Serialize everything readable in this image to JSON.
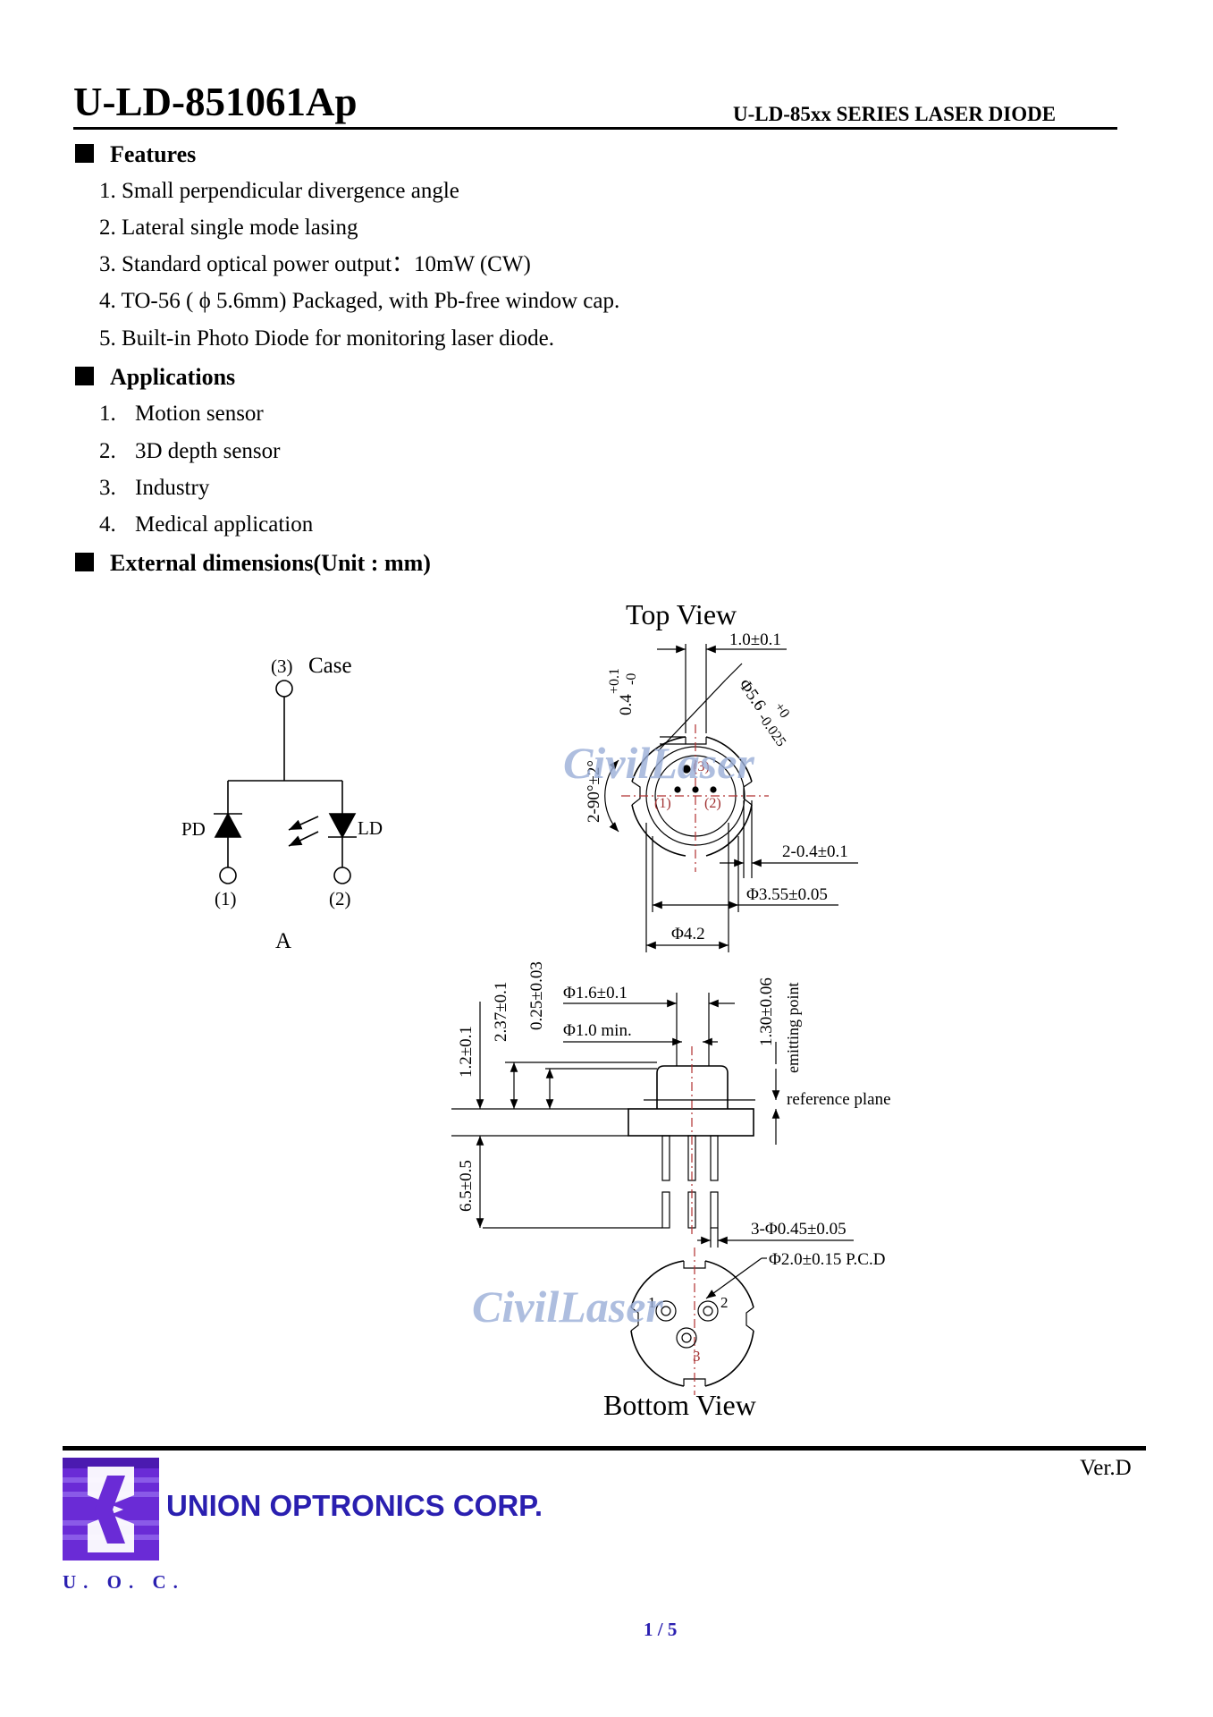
{
  "header": {
    "title": "U-LD-851061Ap",
    "series": "U-LD-85xx SERIES LASER DIODE"
  },
  "features": {
    "heading": "Features",
    "items": [
      "1. Small perpendicular divergence angle",
      "2. Lateral single mode lasing",
      "3. Standard optical power output：10mW (CW)",
      "4. TO-56 ( ϕ 5.6mm) Packaged, with Pb-free window cap.",
      "5. Built-in Photo Diode for monitoring laser diode."
    ]
  },
  "applications": {
    "heading": "Applications",
    "items": [
      {
        "num": "1.",
        "text": "Motion sensor"
      },
      {
        "num": "2.",
        "text": "3D depth sensor"
      },
      {
        "num": "3.",
        "text": "Industry"
      },
      {
        "num": "4.",
        "text": "Medical application"
      }
    ]
  },
  "dimensions": {
    "heading": "External dimensions(Unit : mm)"
  },
  "circuit": {
    "case_num": "(3)",
    "case_label": "Case",
    "pd_label": "PD",
    "ld_label": "LD",
    "pin1": "(1)",
    "pin2": "(2)",
    "type_label": "A"
  },
  "top_view": {
    "title": "Top View",
    "dim_width": "1.0±0.1",
    "dim_notch": "0.4",
    "dim_notch_tol_plus": "+0.1",
    "dim_notch_tol_minus": "-0",
    "dim_diameter": "Φ5.6",
    "dim_diameter_tol_plus": "+0",
    "dim_diameter_tol_minus": "-0.025",
    "dim_angle": "2-90°±2°",
    "dim_pins": "2-0.4±0.1",
    "dim_inner": "Φ3.55±0.05",
    "dim_cap": "Φ4.2",
    "pin_labels": [
      "(3)",
      "(1)",
      "(2)"
    ]
  },
  "side_view": {
    "dim_window": "Φ1.6±0.1",
    "dim_aperture": "Φ1.0 min.",
    "dim_emitting": "1.30±0.06",
    "emitting_label": "emitting point",
    "dim_h1": "1.2±0.1",
    "dim_h2": "2.37±0.1",
    "dim_h3": "0.25±0.03",
    "reference_label": "reference plane",
    "dim_leads": "6.5±0.5",
    "dim_lead_dia": "3-Φ0.45±0.05"
  },
  "bottom_view": {
    "title": "Bottom View",
    "dim_pcd": "Φ2.0±0.15 P.C.D",
    "pin_labels": [
      "1",
      "2",
      "3"
    ]
  },
  "watermark": "CivilLaser",
  "footer": {
    "version": "Ver.D",
    "company": "UNION OPTRONICS CORP.",
    "abbr": "U. O. C.",
    "page": "1 / 5"
  },
  "colors": {
    "brand_blue": "#2a1fb0",
    "logo_purple": "#6a2bd6",
    "watermark": "#9aaed8",
    "center_line": "#b03030"
  }
}
